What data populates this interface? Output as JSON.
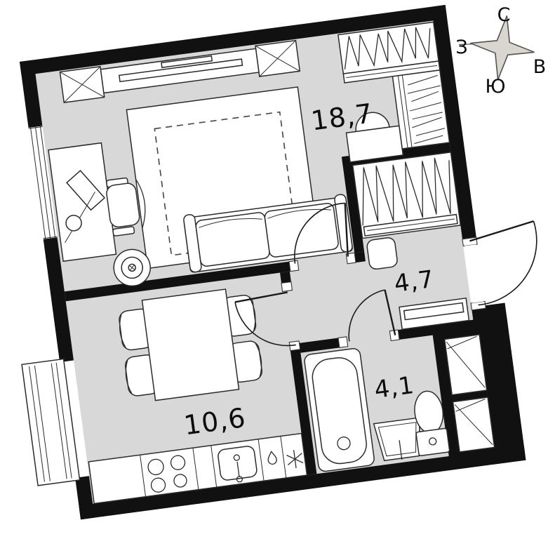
{
  "title": "apartment-floor-plan",
  "plan": {
    "floor_color": "#d8d8d8",
    "wall_color": "#111111",
    "rooms": {
      "bedroom": {
        "name": "living-bedroom",
        "area": "18,7"
      },
      "hallway": {
        "name": "hallway",
        "area": "4,7"
      },
      "kitchen": {
        "name": "kitchen",
        "area": "10,6"
      },
      "bathroom": {
        "name": "bathroom",
        "area": "4,1"
      }
    }
  },
  "compass": {
    "north": "С",
    "south": "Ю",
    "west": "З",
    "east": "В"
  }
}
